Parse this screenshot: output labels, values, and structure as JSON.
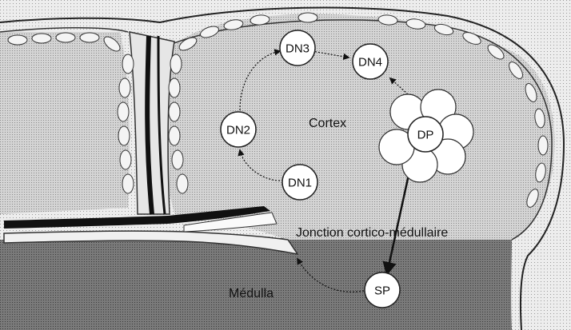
{
  "regions": {
    "cortex": "Cortex",
    "junction": "Jonction cortico-médullaire",
    "medulla": "Médulla"
  },
  "nodes": {
    "dn1": "DN1",
    "dn2": "DN2",
    "dn3": "DN3",
    "dn4": "DN4",
    "dp": "DP",
    "sp": "SP"
  }
}
